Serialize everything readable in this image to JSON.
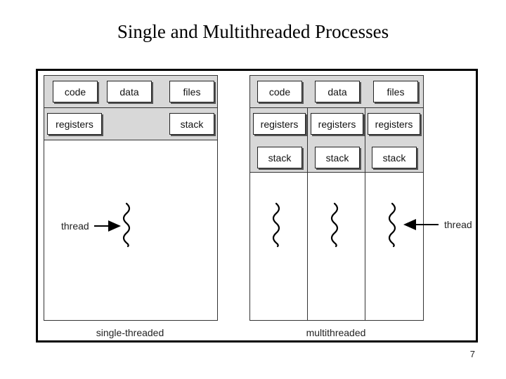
{
  "title": "Single and Multithreaded Processes",
  "single": {
    "code": "code",
    "data": "data",
    "files": "files",
    "registers": "registers",
    "stack": "stack",
    "thread_label": "thread",
    "caption": "single-threaded"
  },
  "multi": {
    "code": "code",
    "data": "data",
    "files": "files",
    "registers": [
      "registers",
      "registers",
      "registers"
    ],
    "stacks": [
      "stack",
      "stack",
      "stack"
    ],
    "thread_label": "thread",
    "caption": "multithreaded"
  },
  "page_number": "7"
}
